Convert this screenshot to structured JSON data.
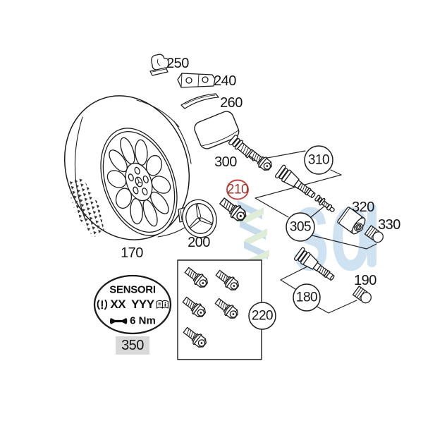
{
  "page": {
    "background": "#ffffff",
    "description": "Exploded parts diagram of a wheel with TPMS sensor and tire valve components"
  },
  "labels": {
    "p170": "170",
    "p180": "180",
    "p190": "190",
    "p200": "200",
    "p210": "210",
    "p220": "220",
    "p240": "240",
    "p250": "250",
    "p260": "260",
    "p300": "300",
    "p305": "305",
    "p310": "310",
    "p320": "320",
    "p330": "330",
    "p350": "350"
  },
  "sensor_label": {
    "title": "SENSORI",
    "code_left": "XX",
    "code_right": "YYY",
    "torque": "6 Nm",
    "icons": [
      "tpms-warning-icon",
      "manual-book-icon",
      "wrench-icon"
    ]
  },
  "watermark": {
    "text": "so",
    "logo": "chevron-zigzag-logo",
    "colors": {
      "blue": "#bdd6ea",
      "green": "#d9e9d2",
      "text": "#cfe2f2"
    }
  },
  "colors": {
    "line": "#1c1c1c",
    "red_highlight": "#c4403a",
    "gray_label_bg": "#d9d9d9"
  }
}
